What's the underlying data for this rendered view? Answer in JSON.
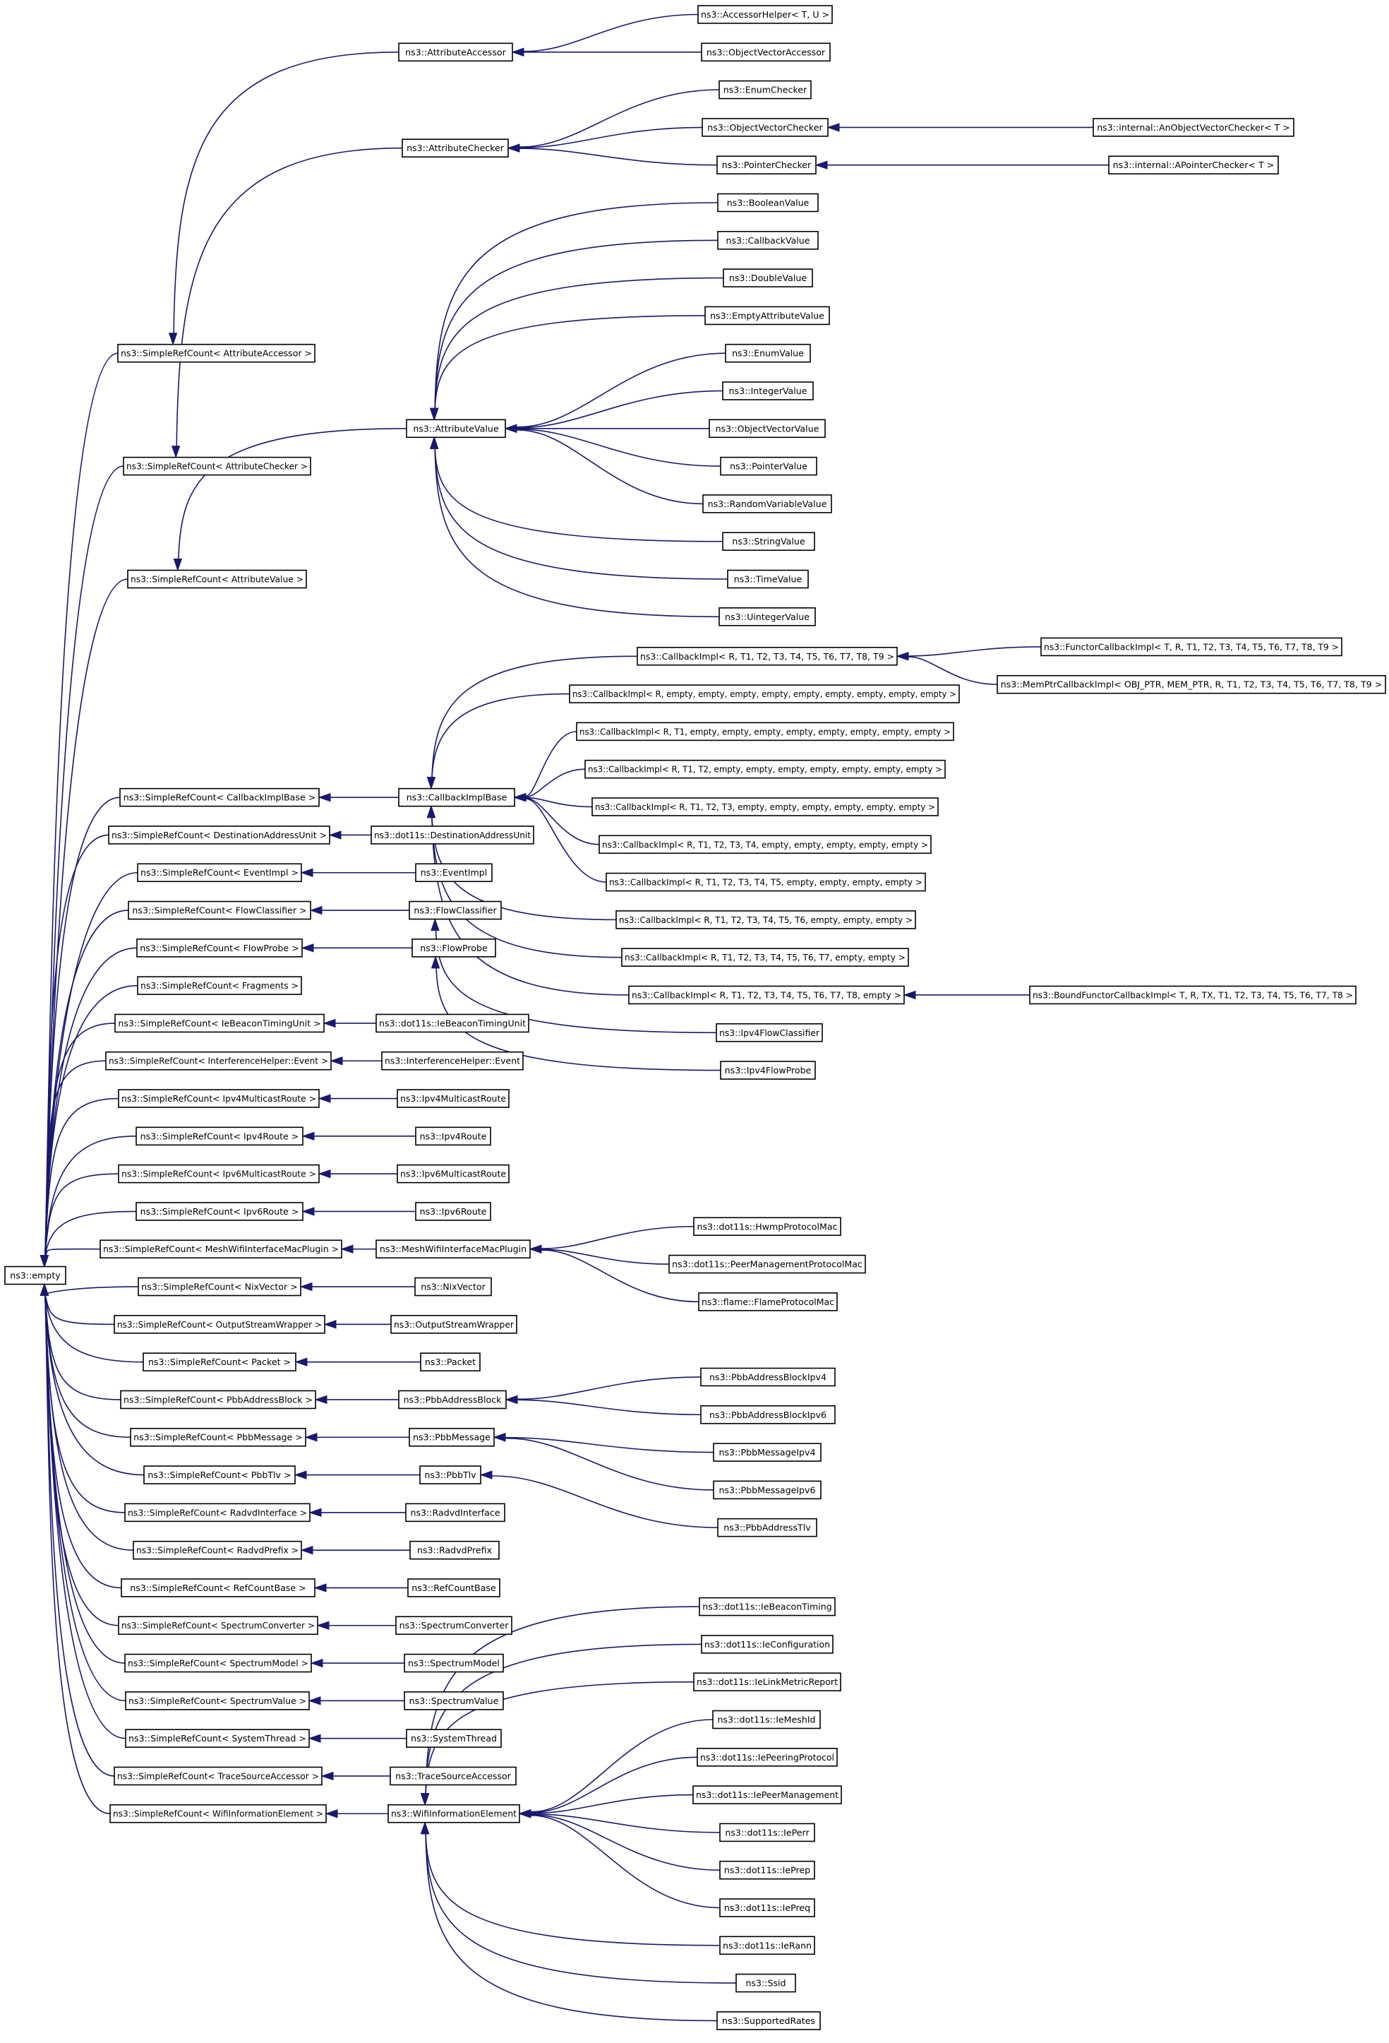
{
  "nodes": [
    {
      "id": "empty",
      "label": "ns3::empty"
    },
    {
      "id": "src_acc",
      "label": "ns3::SimpleRefCount< AttributeAccessor >"
    },
    {
      "id": "src_chk",
      "label": "ns3::SimpleRefCount< AttributeChecker >"
    },
    {
      "id": "src_val",
      "label": "ns3::SimpleRefCount< AttributeValue >"
    },
    {
      "id": "src_cib",
      "label": "ns3::SimpleRefCount< CallbackImplBase >"
    },
    {
      "id": "src_dau",
      "label": "ns3::SimpleRefCount< DestinationAddressUnit >"
    },
    {
      "id": "src_evi",
      "label": "ns3::SimpleRefCount< EventImpl >"
    },
    {
      "id": "src_fc",
      "label": "ns3::SimpleRefCount< FlowClassifier >"
    },
    {
      "id": "src_fp",
      "label": "ns3::SimpleRefCount< FlowProbe >"
    },
    {
      "id": "src_frag",
      "label": "ns3::SimpleRefCount< Fragments >"
    },
    {
      "id": "src_iebt",
      "label": "ns3::SimpleRefCount< IeBeaconTimingUnit >"
    },
    {
      "id": "src_ihe",
      "label": "ns3::SimpleRefCount< InterferenceHelper::Event >"
    },
    {
      "id": "src_i4mr",
      "label": "ns3::SimpleRefCount< Ipv4MulticastRoute >"
    },
    {
      "id": "src_i4r",
      "label": "ns3::SimpleRefCount< Ipv4Route >"
    },
    {
      "id": "src_i6mr",
      "label": "ns3::SimpleRefCount< Ipv6MulticastRoute >"
    },
    {
      "id": "src_i6r",
      "label": "ns3::SimpleRefCount< Ipv6Route >"
    },
    {
      "id": "src_mesh",
      "label": "ns3::SimpleRefCount< MeshWifiInterfaceMacPlugin >"
    },
    {
      "id": "src_nix",
      "label": "ns3::SimpleRefCount< NixVector >"
    },
    {
      "id": "src_osw",
      "label": "ns3::SimpleRefCount< OutputStreamWrapper >"
    },
    {
      "id": "src_pkt",
      "label": "ns3::SimpleRefCount< Packet >"
    },
    {
      "id": "src_pab",
      "label": "ns3::SimpleRefCount< PbbAddressBlock >"
    },
    {
      "id": "src_pm",
      "label": "ns3::SimpleRefCount< PbbMessage >"
    },
    {
      "id": "src_ptlv",
      "label": "ns3::SimpleRefCount< PbbTlv >"
    },
    {
      "id": "src_rdi",
      "label": "ns3::SimpleRefCount< RadvdInterface >"
    },
    {
      "id": "src_rdp",
      "label": "ns3::SimpleRefCount< RadvdPrefix >"
    },
    {
      "id": "src_rcb",
      "label": "ns3::SimpleRefCount< RefCountBase >"
    },
    {
      "id": "src_sc",
      "label": "ns3::SimpleRefCount< SpectrumConverter >"
    },
    {
      "id": "src_sm",
      "label": "ns3::SimpleRefCount< SpectrumModel >"
    },
    {
      "id": "src_sv",
      "label": "ns3::SimpleRefCount< SpectrumValue >"
    },
    {
      "id": "src_st",
      "label": "ns3::SimpleRefCount< SystemThread >"
    },
    {
      "id": "src_tsa",
      "label": "ns3::SimpleRefCount< TraceSourceAccessor >"
    },
    {
      "id": "src_wie",
      "label": "ns3::SimpleRefCount< WifiInformationElement >"
    },
    {
      "id": "attr_acc",
      "label": "ns3::AttributeAccessor"
    },
    {
      "id": "attr_chk",
      "label": "ns3::AttributeChecker"
    },
    {
      "id": "attr_val",
      "label": "ns3::AttributeValue"
    },
    {
      "id": "cib",
      "label": "ns3::CallbackImplBase"
    },
    {
      "id": "dau",
      "label": "ns3::dot11s::DestinationAddressUnit"
    },
    {
      "id": "evi",
      "label": "ns3::EventImpl"
    },
    {
      "id": "fc",
      "label": "ns3::FlowClassifier"
    },
    {
      "id": "fp",
      "label": "ns3::FlowProbe"
    },
    {
      "id": "iebt",
      "label": "ns3::dot11s::IeBeaconTimingUnit"
    },
    {
      "id": "ihe",
      "label": "ns3::InterferenceHelper::Event"
    },
    {
      "id": "i4mr",
      "label": "ns3::Ipv4MulticastRoute"
    },
    {
      "id": "i4r",
      "label": "ns3::Ipv4Route"
    },
    {
      "id": "i6mr",
      "label": "ns3::Ipv6MulticastRoute"
    },
    {
      "id": "i6r",
      "label": "ns3::Ipv6Route"
    },
    {
      "id": "mesh",
      "label": "ns3::MeshWifiInterfaceMacPlugin"
    },
    {
      "id": "nix",
      "label": "ns3::NixVector"
    },
    {
      "id": "osw",
      "label": "ns3::OutputStreamWrapper"
    },
    {
      "id": "pkt",
      "label": "ns3::Packet"
    },
    {
      "id": "pab",
      "label": "ns3::PbbAddressBlock"
    },
    {
      "id": "pm",
      "label": "ns3::PbbMessage"
    },
    {
      "id": "ptlv",
      "label": "ns3::PbbTlv"
    },
    {
      "id": "rdi",
      "label": "ns3::RadvdInterface"
    },
    {
      "id": "rdp",
      "label": "ns3::RadvdPrefix"
    },
    {
      "id": "rcb",
      "label": "ns3::RefCountBase"
    },
    {
      "id": "sc",
      "label": "ns3::SpectrumConverter"
    },
    {
      "id": "sm",
      "label": "ns3::SpectrumModel"
    },
    {
      "id": "sv",
      "label": "ns3::SpectrumValue"
    },
    {
      "id": "st",
      "label": "ns3::SystemThread"
    },
    {
      "id": "tsa",
      "label": "ns3::TraceSourceAccessor"
    },
    {
      "id": "wie",
      "label": "ns3::WifiInformationElement"
    },
    {
      "id": "acc_helper",
      "label": "ns3::AccessorHelper< T, U >"
    },
    {
      "id": "ov_acc",
      "label": "ns3::ObjectVectorAccessor"
    },
    {
      "id": "enum_chk",
      "label": "ns3::EnumChecker"
    },
    {
      "id": "ov_chk",
      "label": "ns3::ObjectVectorChecker"
    },
    {
      "id": "ptr_chk",
      "label": "ns3::PointerChecker"
    },
    {
      "id": "an_ov_chk",
      "label": "ns3::internal::AnObjectVectorChecker< T >"
    },
    {
      "id": "a_ptr_chk",
      "label": "ns3::internal::APointerChecker< T >"
    },
    {
      "id": "v_bool",
      "label": "ns3::BooleanValue"
    },
    {
      "id": "v_cb",
      "label": "ns3::CallbackValue"
    },
    {
      "id": "v_dbl",
      "label": "ns3::DoubleValue"
    },
    {
      "id": "v_empty",
      "label": "ns3::EmptyAttributeValue"
    },
    {
      "id": "v_enum",
      "label": "ns3::EnumValue"
    },
    {
      "id": "v_int",
      "label": "ns3::IntegerValue"
    },
    {
      "id": "v_ov",
      "label": "ns3::ObjectVectorValue"
    },
    {
      "id": "v_ptr",
      "label": "ns3::PointerValue"
    },
    {
      "id": "v_rv",
      "label": "ns3::RandomVariableValue"
    },
    {
      "id": "v_str",
      "label": "ns3::StringValue"
    },
    {
      "id": "v_time",
      "label": "ns3::TimeValue"
    },
    {
      "id": "v_uint",
      "label": "ns3::UintegerValue"
    },
    {
      "id": "ci9",
      "label": "ns3::CallbackImpl< R, T1, T2, T3, T4, T5, T6, T7, T8, T9 >"
    },
    {
      "id": "ci0",
      "label": "ns3::CallbackImpl< R, empty, empty, empty, empty, empty, empty, empty, empty, empty >"
    },
    {
      "id": "ci1",
      "label": "ns3::CallbackImpl< R, T1, empty, empty, empty, empty, empty, empty, empty, empty >"
    },
    {
      "id": "ci2",
      "label": "ns3::CallbackImpl< R, T1, T2, empty, empty, empty, empty, empty, empty, empty >"
    },
    {
      "id": "ci3",
      "label": "ns3::CallbackImpl< R, T1, T2, T3, empty, empty, empty, empty, empty, empty >"
    },
    {
      "id": "ci4",
      "label": "ns3::CallbackImpl< R, T1, T2, T3, T4, empty, empty, empty, empty, empty >"
    },
    {
      "id": "ci5",
      "label": "ns3::CallbackImpl< R, T1, T2, T3, T4, T5, empty, empty, empty, empty >"
    },
    {
      "id": "ci6",
      "label": "ns3::CallbackImpl< R, T1, T2, T3, T4, T5, T6, empty, empty, empty >"
    },
    {
      "id": "ci7",
      "label": "ns3::CallbackImpl< R, T1, T2, T3, T4, T5, T6, T7, empty, empty >"
    },
    {
      "id": "ci8",
      "label": "ns3::CallbackImpl< R, T1, T2, T3, T4, T5, T6, T7, T8, empty >"
    },
    {
      "id": "functor_ci",
      "label": "ns3::FunctorCallbackImpl< T, R, T1, T2, T3, T4, T5, T6, T7, T8, T9 >"
    },
    {
      "id": "memptr_ci",
      "label": "ns3::MemPtrCallbackImpl< OBJ_PTR, MEM_PTR, R, T1, T2, T3, T4, T5, T6, T7, T8, T9 >"
    },
    {
      "id": "bound_ci",
      "label": "ns3::BoundFunctorCallbackImpl< T, R, TX, T1, T2, T3, T4, T5, T6, T7, T8 >"
    },
    {
      "id": "ipv4_fc",
      "label": "ns3::Ipv4FlowClassifier"
    },
    {
      "id": "ipv4_fp",
      "label": "ns3::Ipv4FlowProbe"
    },
    {
      "id": "hwmp",
      "label": "ns3::dot11s::HwmpProtocolMac"
    },
    {
      "id": "peer_mgmt",
      "label": "ns3::dot11s::PeerManagementProtocolMac"
    },
    {
      "id": "flame",
      "label": "ns3::flame::FlameProtocolMac"
    },
    {
      "id": "pab4",
      "label": "ns3::PbbAddressBlockIpv4"
    },
    {
      "id": "pab6",
      "label": "ns3::PbbAddressBlockIpv6"
    },
    {
      "id": "pm4",
      "label": "ns3::PbbMessageIpv4"
    },
    {
      "id": "pm6",
      "label": "ns3::PbbMessageIpv6"
    },
    {
      "id": "patlv",
      "label": "ns3::PbbAddressTlv"
    },
    {
      "id": "ie_bt",
      "label": "ns3::dot11s::IeBeaconTiming"
    },
    {
      "id": "ie_cfg",
      "label": "ns3::dot11s::IeConfiguration"
    },
    {
      "id": "ie_lmr",
      "label": "ns3::dot11s::IeLinkMetricReport"
    },
    {
      "id": "ie_mid",
      "label": "ns3::dot11s::IeMeshId"
    },
    {
      "id": "ie_pp",
      "label": "ns3::dot11s::IePeeringProtocol"
    },
    {
      "id": "ie_pm",
      "label": "ns3::dot11s::IePeerManagement"
    },
    {
      "id": "ie_perr",
      "label": "ns3::dot11s::IePerr"
    },
    {
      "id": "ie_prep",
      "label": "ns3::dot11s::IePrep"
    },
    {
      "id": "ie_preq",
      "label": "ns3::dot11s::IePreq"
    },
    {
      "id": "ie_rann",
      "label": "ns3::dot11s::IeRann"
    },
    {
      "id": "ssid",
      "label": "ns3::Ssid"
    },
    {
      "id": "sup_rates",
      "label": "ns3::SupportedRates"
    }
  ],
  "edges": [
    [
      "src_acc",
      "empty"
    ],
    [
      "src_chk",
      "empty"
    ],
    [
      "src_val",
      "empty"
    ],
    [
      "src_cib",
      "empty"
    ],
    [
      "src_dau",
      "empty"
    ],
    [
      "src_evi",
      "empty"
    ],
    [
      "src_fc",
      "empty"
    ],
    [
      "src_fp",
      "empty"
    ],
    [
      "src_frag",
      "empty"
    ],
    [
      "src_iebt",
      "empty"
    ],
    [
      "src_ihe",
      "empty"
    ],
    [
      "src_i4mr",
      "empty"
    ],
    [
      "src_i4r",
      "empty"
    ],
    [
      "src_i6mr",
      "empty"
    ],
    [
      "src_i6r",
      "empty"
    ],
    [
      "src_mesh",
      "empty"
    ],
    [
      "src_nix",
      "empty"
    ],
    [
      "src_osw",
      "empty"
    ],
    [
      "src_pkt",
      "empty"
    ],
    [
      "src_pab",
      "empty"
    ],
    [
      "src_pm",
      "empty"
    ],
    [
      "src_ptlv",
      "empty"
    ],
    [
      "src_rdi",
      "empty"
    ],
    [
      "src_rdp",
      "empty"
    ],
    [
      "src_rcb",
      "empty"
    ],
    [
      "src_sc",
      "empty"
    ],
    [
      "src_sm",
      "empty"
    ],
    [
      "src_sv",
      "empty"
    ],
    [
      "src_st",
      "empty"
    ],
    [
      "src_tsa",
      "empty"
    ],
    [
      "src_wie",
      "empty"
    ],
    [
      "attr_acc",
      "src_acc"
    ],
    [
      "attr_chk",
      "src_chk"
    ],
    [
      "attr_val",
      "src_val"
    ],
    [
      "cib",
      "src_cib"
    ],
    [
      "dau",
      "src_dau"
    ],
    [
      "evi",
      "src_evi"
    ],
    [
      "fc",
      "src_fc"
    ],
    [
      "fp",
      "src_fp"
    ],
    [
      "iebt",
      "src_iebt"
    ],
    [
      "ihe",
      "src_ihe"
    ],
    [
      "i4mr",
      "src_i4mr"
    ],
    [
      "i4r",
      "src_i4r"
    ],
    [
      "i6mr",
      "src_i6mr"
    ],
    [
      "i6r",
      "src_i6r"
    ],
    [
      "mesh",
      "src_mesh"
    ],
    [
      "nix",
      "src_nix"
    ],
    [
      "osw",
      "src_osw"
    ],
    [
      "pkt",
      "src_pkt"
    ],
    [
      "pab",
      "src_pab"
    ],
    [
      "pm",
      "src_pm"
    ],
    [
      "ptlv",
      "src_ptlv"
    ],
    [
      "rdi",
      "src_rdi"
    ],
    [
      "rdp",
      "src_rdp"
    ],
    [
      "rcb",
      "src_rcb"
    ],
    [
      "sc",
      "src_sc"
    ],
    [
      "sm",
      "src_sm"
    ],
    [
      "sv",
      "src_sv"
    ],
    [
      "st",
      "src_st"
    ],
    [
      "tsa",
      "src_tsa"
    ],
    [
      "wie",
      "src_wie"
    ],
    [
      "acc_helper",
      "attr_acc"
    ],
    [
      "ov_acc",
      "attr_acc"
    ],
    [
      "enum_chk",
      "attr_chk"
    ],
    [
      "ov_chk",
      "attr_chk"
    ],
    [
      "ptr_chk",
      "attr_chk"
    ],
    [
      "an_ov_chk",
      "ov_chk"
    ],
    [
      "a_ptr_chk",
      "ptr_chk"
    ],
    [
      "v_bool",
      "attr_val"
    ],
    [
      "v_cb",
      "attr_val"
    ],
    [
      "v_dbl",
      "attr_val"
    ],
    [
      "v_empty",
      "attr_val"
    ],
    [
      "v_enum",
      "attr_val"
    ],
    [
      "v_int",
      "attr_val"
    ],
    [
      "v_ov",
      "attr_val"
    ],
    [
      "v_ptr",
      "attr_val"
    ],
    [
      "v_rv",
      "attr_val"
    ],
    [
      "v_str",
      "attr_val"
    ],
    [
      "v_time",
      "attr_val"
    ],
    [
      "v_uint",
      "attr_val"
    ],
    [
      "ci9",
      "cib"
    ],
    [
      "ci0",
      "cib"
    ],
    [
      "ci1",
      "cib"
    ],
    [
      "ci2",
      "cib"
    ],
    [
      "ci3",
      "cib"
    ],
    [
      "ci4",
      "cib"
    ],
    [
      "ci5",
      "cib"
    ],
    [
      "ci6",
      "cib"
    ],
    [
      "ci7",
      "cib"
    ],
    [
      "ci8",
      "cib"
    ],
    [
      "functor_ci",
      "ci9"
    ],
    [
      "memptr_ci",
      "ci9"
    ],
    [
      "bound_ci",
      "ci8"
    ],
    [
      "ipv4_fc",
      "fc"
    ],
    [
      "ipv4_fp",
      "fp"
    ],
    [
      "hwmp",
      "mesh"
    ],
    [
      "peer_mgmt",
      "mesh"
    ],
    [
      "flame",
      "mesh"
    ],
    [
      "pab4",
      "pab"
    ],
    [
      "pab6",
      "pab"
    ],
    [
      "pm4",
      "pm"
    ],
    [
      "pm6",
      "pm"
    ],
    [
      "patlv",
      "ptlv"
    ],
    [
      "ie_bt",
      "wie"
    ],
    [
      "ie_cfg",
      "wie"
    ],
    [
      "ie_lmr",
      "wie"
    ],
    [
      "ie_mid",
      "wie"
    ],
    [
      "ie_pp",
      "wie"
    ],
    [
      "ie_pm",
      "wie"
    ],
    [
      "ie_perr",
      "wie"
    ],
    [
      "ie_prep",
      "wie"
    ],
    [
      "ie_preq",
      "wie"
    ],
    [
      "ie_rann",
      "wie"
    ],
    [
      "ssid",
      "wie"
    ],
    [
      "sup_rates",
      "wie"
    ]
  ]
}
